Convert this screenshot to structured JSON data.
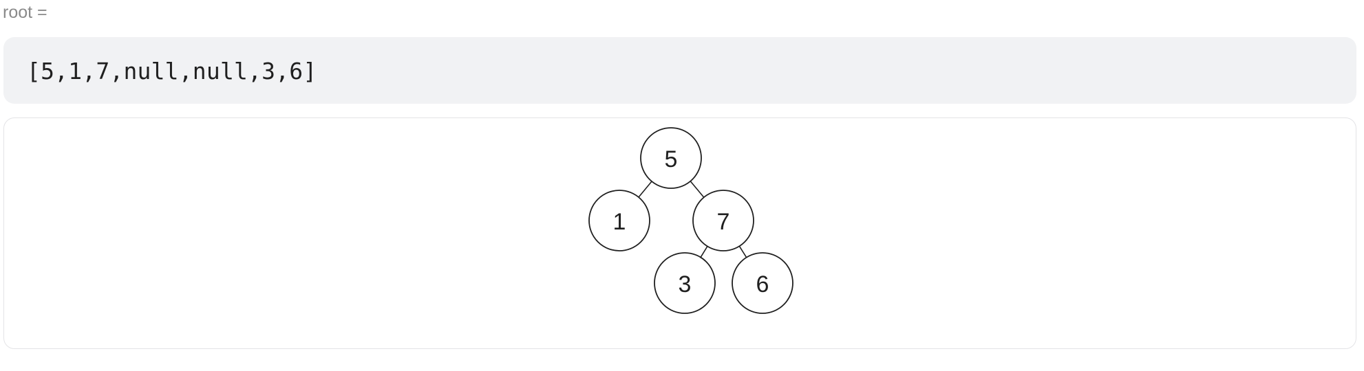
{
  "param": {
    "label": "root ="
  },
  "input": {
    "value": "[5,1,7,null,null,3,6]"
  },
  "tree": {
    "nodes": [
      {
        "id": "n0",
        "value": "5"
      },
      {
        "id": "n1",
        "value": "1"
      },
      {
        "id": "n2",
        "value": "7"
      },
      {
        "id": "n5",
        "value": "3"
      },
      {
        "id": "n6",
        "value": "6"
      }
    ],
    "edges": [
      [
        "n0",
        "n1"
      ],
      [
        "n0",
        "n2"
      ],
      [
        "n2",
        "n5"
      ],
      [
        "n2",
        "n6"
      ]
    ]
  }
}
